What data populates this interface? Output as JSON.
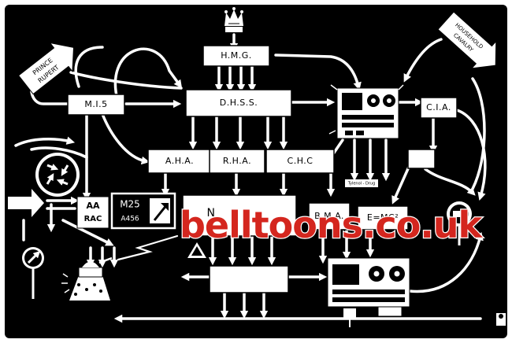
{
  "cartoon": {
    "boxes": {
      "hmg": "H.M.G.",
      "dhss": "D.H.S.S.",
      "mi5": "M.I.5",
      "cia": "C.I.A.",
      "aha": "A.H.A.",
      "rha": "R.H.A.",
      "chc": "C.H.C",
      "bma": "B.M.A.",
      "emc2": "E=MC²",
      "nhs_partial": "N",
      "small_label": "Tylenol - Drug"
    },
    "signs": {
      "prince_rupert_line1": "PRINCE",
      "prince_rupert_line2": "RUPERT",
      "household_line1": "HOUSEHOLD",
      "household_line2": "CAVALRY",
      "aa": "AA",
      "rac": "RAC",
      "m25": "M25",
      "a456": "A456"
    },
    "watermark": "belltoons.co.uk",
    "colors": {
      "background": "#000000",
      "ink": "#ffffff",
      "watermark": "#d4261e"
    }
  }
}
